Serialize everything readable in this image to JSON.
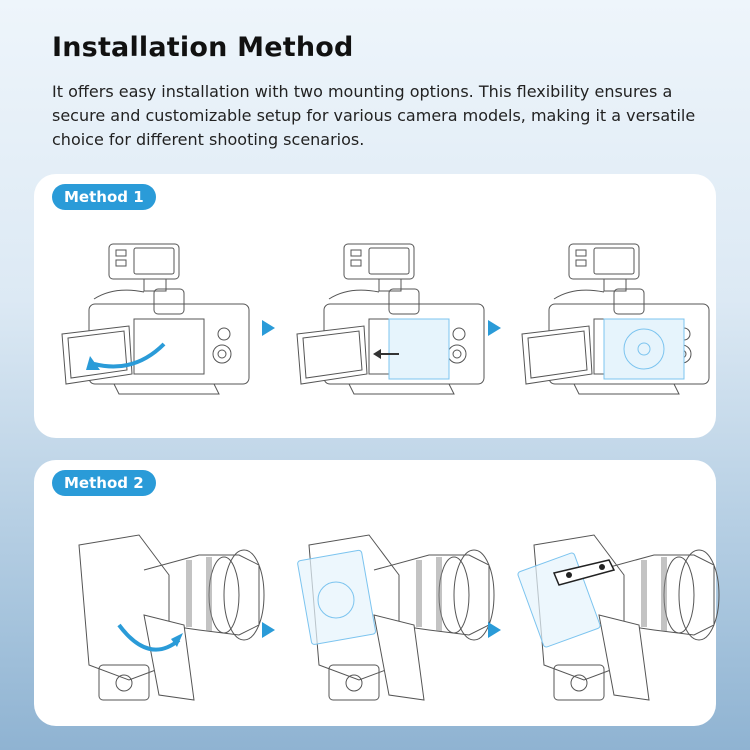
{
  "title": "Installation Method",
  "description": "It offers easy installation with two mounting options. This flexibility ensures a secure and customizable setup for various camera models, making it a versatile choice for different shooting scenarios.",
  "methods": [
    {
      "label": "Method 1"
    },
    {
      "label": "Method 2"
    }
  ],
  "colors": {
    "accent": "#2a9bd8",
    "line": "#555555",
    "part": "#7cc4ef"
  }
}
